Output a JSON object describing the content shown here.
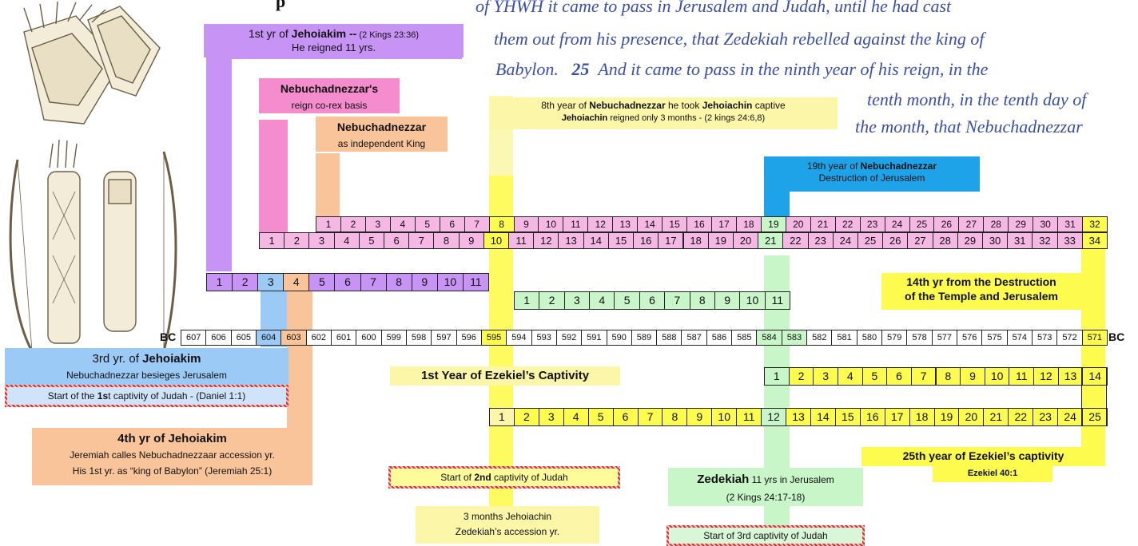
{
  "scripture": {
    "line1": "of YHWH it came to pass in Jerusalem and Judah, until he had cast",
    "line2": "them out from his presence, that Zedekiah rebelled against the king of",
    "line3_pre": "Babylon.",
    "line3_verse": "25",
    "line3_post": "And it came to pass in the ninth year of his reign, in the",
    "line4": "tenth month, in the tenth day of",
    "line5": "the month, that Nebuchadnezzar"
  },
  "heading_fragment": "p",
  "labels": {
    "jehoiakim_first": {
      "pre": "1st yr of ",
      "bold": "Jehoiakim --",
      "post": " (2 Kings 23:36)",
      "line2": "He reigned 11 yrs."
    },
    "neb_coregex": {
      "bold": "Nebuchadnezzar's",
      "line2": "reign co-rex basis"
    },
    "neb_independent": {
      "bold": "Nebuchadnezzar",
      "line2": "as independent King"
    },
    "neb_8th": {
      "pre": "8th year of ",
      "bold1": "Nebuchadnezzar",
      "mid": " he took ",
      "bold2": "Jehoiachin",
      "post": " captive",
      "line2_bold": "Jehoiachin",
      "line2": " reigned only 3 months - (2 kings 24:6,8)"
    },
    "neb_19th": {
      "pre": "19th year of ",
      "bold": "Nebuchadnezzar",
      "line2": "Destruction of Jerusalem"
    },
    "jehoiakim_3rd": {
      "pre": "3rd yr. of ",
      "bold": "Jehoiakim",
      "line2": "Nebuchadnezzar besieges Jerusalem",
      "captivity_pre": "Start of the ",
      "captivity_bold": "1s",
      "captivity_post": "t captivity of Judah - (Daniel 1:1)"
    },
    "jehoiakim_4th": {
      "bold": "4th yr of Jehoiakim",
      "line2": "Jeremiah calles Nebuchadnezzaar accession yr.",
      "line3": "His 1st yr. as “king of Babylon”  (Jeremiah 25:1)"
    },
    "ezekiel_first": "1st Year of Ezekiel’s Captivity",
    "second_captivity": {
      "pre": "Start of ",
      "bold": "2nd",
      "post": " captivity of Judah"
    },
    "jehoiachin_3mo": {
      "line1": "3 months Jehoiachin",
      "line2": "Zedekiah’s accession yr."
    },
    "zedekiah": {
      "bold": "Zedekiah",
      "post": " 11 yrs in Jerusalem",
      "line2": "(2 Kings 24:17-18)"
    },
    "third_captivity": "Start of 3rd captivity of Judah",
    "fourteenth": {
      "line1": "14th yr from the Destruction",
      "line2": "of the Temple and Jerusalem"
    },
    "ezekiel_25th": {
      "line1": "25th year of Ezekiel’s captivity",
      "line2": "Ezekiel 40:1"
    },
    "bc_left": "BC",
    "bc_right": "BC"
  },
  "rows": {
    "neb_independent_years": [
      "1",
      "2",
      "3",
      "4",
      "5",
      "6",
      "7",
      "8",
      "9",
      "10",
      "11",
      "12",
      "13",
      "14",
      "15",
      "16",
      "17",
      "18",
      "19",
      "20",
      "21",
      "22",
      "23",
      "24",
      "25",
      "26",
      "27",
      "28",
      "29",
      "30",
      "31",
      "32"
    ],
    "neb_corex_years": [
      "1",
      "2",
      "3",
      "4",
      "5",
      "6",
      "7",
      "8",
      "9",
      "10",
      "11",
      "12",
      "13",
      "14",
      "15",
      "16",
      "17",
      "18",
      "19",
      "20",
      "21",
      "22",
      "23",
      "24",
      "25",
      "26",
      "27",
      "28",
      "29",
      "30",
      "31",
      "32",
      "33",
      "34"
    ],
    "jehoiakim_years": [
      "1",
      "2",
      "3",
      "4",
      "5",
      "6",
      "7",
      "8",
      "9",
      "10",
      "11"
    ],
    "zedekiah_years": [
      "1",
      "2",
      "3",
      "4",
      "5",
      "6",
      "7",
      "8",
      "9",
      "10",
      "11"
    ],
    "bc_years": [
      "607",
      "606",
      "605",
      "604",
      "603",
      "602",
      "601",
      "600",
      "599",
      "598",
      "597",
      "596",
      "595",
      "594",
      "593",
      "592",
      "591",
      "590",
      "589",
      "588",
      "587",
      "586",
      "585",
      "584",
      "583",
      "582",
      "581",
      "580",
      "579",
      "578",
      "577",
      "576",
      "575",
      "574",
      "573",
      "572",
      "571"
    ],
    "destruction_years": [
      "1",
      "2",
      "3",
      "4",
      "5",
      "6",
      "7",
      "8",
      "9",
      "10",
      "11",
      "12",
      "13",
      "14"
    ],
    "ezekiel_years": [
      "1",
      "2",
      "3",
      "4",
      "5",
      "6",
      "7",
      "8",
      "9",
      "10",
      "11",
      "12",
      "13",
      "14",
      "15",
      "16",
      "17",
      "18",
      "19",
      "20",
      "21",
      "22",
      "23",
      "24",
      "25"
    ]
  },
  "colors": {
    "purple": "#c794f5",
    "pink": "#f48ccd",
    "orange": "#f9c49a",
    "blue": "#9ccaf7",
    "cyan": "#1ea3e8",
    "yellow": "#fdfb4e",
    "pale_yellow": "#fbf6a8",
    "light_yellow": "#fbf8b4",
    "light_green": "#c8f6c8",
    "light_pink": "#f5b7e3",
    "quote": "#3b4fa8"
  },
  "illustration": "ancient-weapons-sketch"
}
